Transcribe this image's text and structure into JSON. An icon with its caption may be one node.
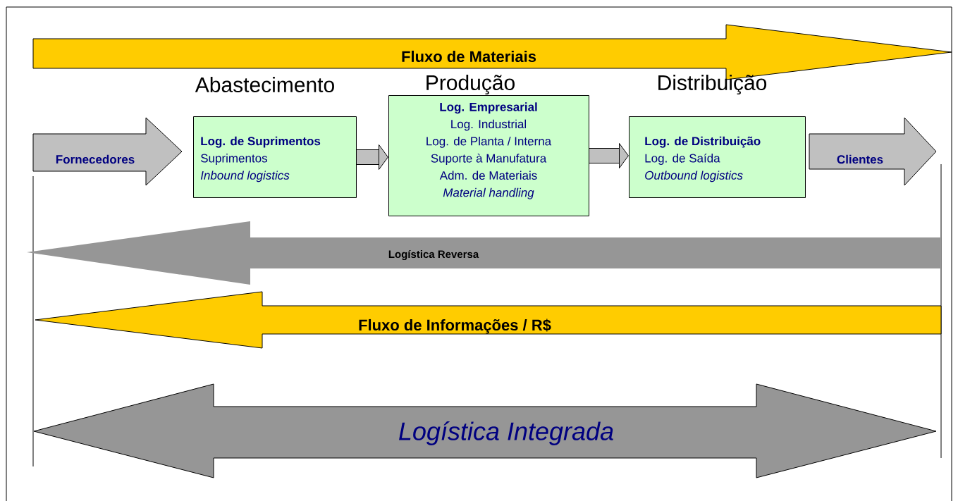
{
  "diagram": {
    "nodes": [
      {
        "text": [
          "Fluxo de Materiais"
        ]
      },
      {
        "text": [
          "Fornecedores"
        ]
      },
      {
        "text": [
          "Log. de Suprimentos",
          "Suprimentos",
          "Inbound logistics"
        ]
      },
      {
        "text": [
          "Log. Empresarial",
          "Log. Industrial",
          "Log. de Planta / Interna",
          "Suporte à Manufatura",
          "Adm. de Materiais",
          "Material handling"
        ]
      },
      {
        "text": [
          "Log. de Distribuição",
          "Log. de Saída",
          "Outbound logistics"
        ]
      },
      {
        "text": [
          "Clientes"
        ]
      },
      {
        "text": [
          "Logística Reversa"
        ]
      },
      {
        "text": [
          "Fluxo de Informações  / R$"
        ]
      },
      {
        "text": [
          "Logística Integrada"
        ]
      }
    ],
    "edges": [
      {
        "from": 2,
        "to": 3,
        "arrow": "to"
      },
      {
        "from": 3,
        "to": 4,
        "arrow": "to"
      }
    ],
    "labels": [
      "Abastecimento",
      "Produção",
      "Distribuição"
    ]
  }
}
